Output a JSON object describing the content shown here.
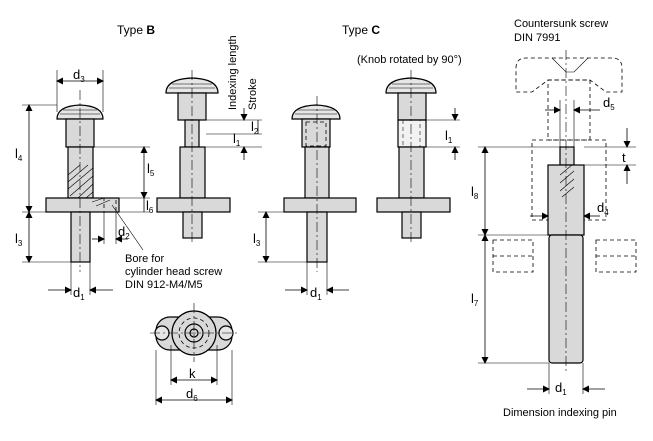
{
  "labels": {
    "type_b_prefix": "Type ",
    "type_b_letter": "B",
    "type_c_prefix": "Type ",
    "type_c_letter": "C",
    "knob_rotated": "(Knob rotated by 90°)",
    "countersunk_line1": "Countersunk screw",
    "countersunk_line2": "DIN 7991",
    "bore_line1": "Bore for",
    "bore_line2": "cylinder head screw",
    "bore_line3": "DIN 912-M4/M5",
    "indexing_length": "Indexing length",
    "stroke": "Stroke",
    "dimension_indexing_pin": "Dimension indexing pin"
  },
  "dimensions": {
    "d": "d",
    "l": "l",
    "t": "t",
    "k": "k",
    "sub_1": "1",
    "sub_2": "2",
    "sub_3": "3",
    "sub_4": "4",
    "sub_5": "5",
    "sub_6": "6",
    "sub_7": "7",
    "sub_8": "8"
  }
}
